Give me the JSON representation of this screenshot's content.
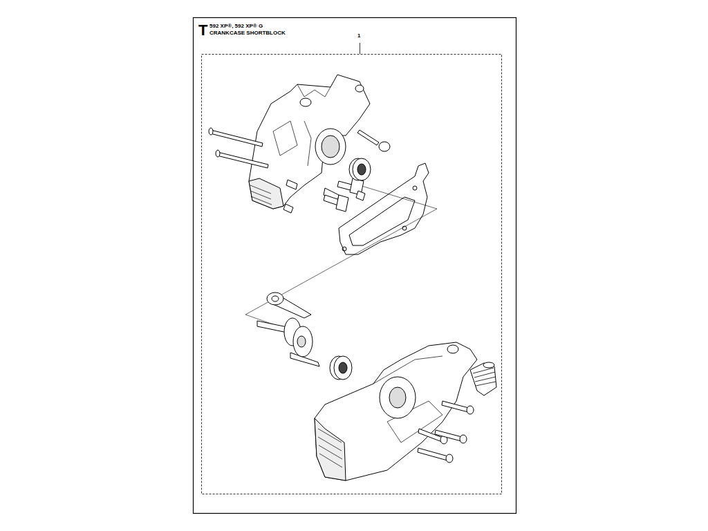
{
  "diagram": {
    "title": "592 XP®, 592 XP® G",
    "labels": [
      "T",
      "CRANKCASE SHORTBLOCK",
      "1"
    ]
  }
}
